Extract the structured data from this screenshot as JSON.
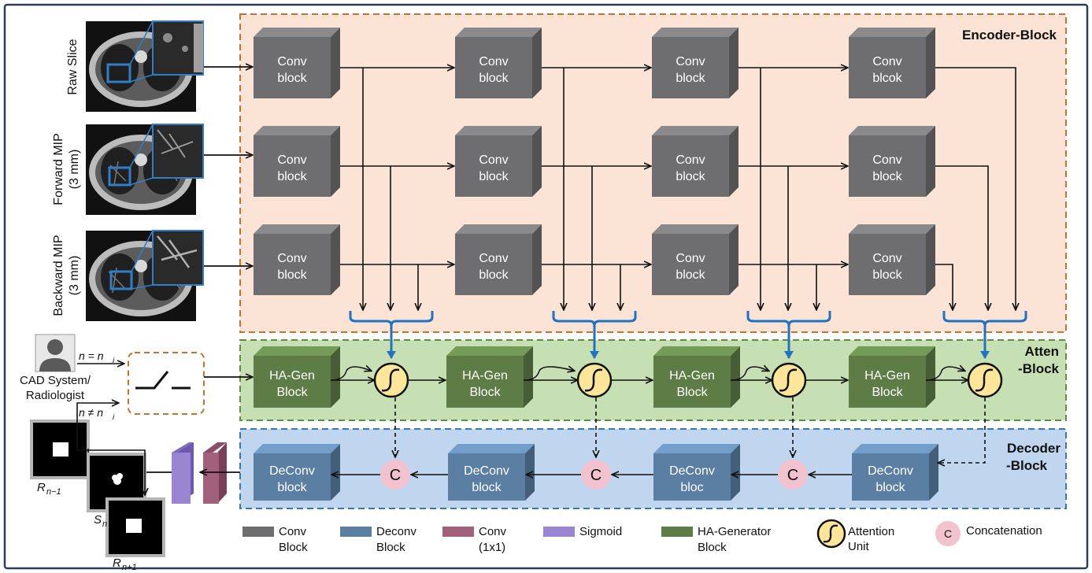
{
  "inputs": [
    {
      "label": "Raw Slice",
      "sublabel": ""
    },
    {
      "label": "Forward MIP",
      "sublabel": "(3 mm)"
    },
    {
      "label": "Backward MIP",
      "sublabel": "(3 mm)"
    }
  ],
  "encoder": {
    "title": "Encoder-Block",
    "rows": [
      [
        [
          "Conv",
          "block"
        ],
        [
          "Conv",
          "block"
        ],
        [
          "Conv",
          "block"
        ],
        [
          "Conv",
          "blcok"
        ]
      ],
      [
        [
          "Conv",
          "block"
        ],
        [
          "Conv",
          "block"
        ],
        [
          "Conv",
          "block"
        ],
        [
          "Conv",
          "block"
        ]
      ],
      [
        [
          "Conv",
          "block"
        ],
        [
          "Conv",
          "block"
        ],
        [
          "Conv",
          "block"
        ],
        [
          "Conv",
          "block"
        ]
      ]
    ]
  },
  "atten": {
    "title_line1": "Atten",
    "title_line2": "-Block",
    "blocks": [
      [
        "HA-Gen",
        "Block"
      ],
      [
        "HA-Gen",
        "Block"
      ],
      [
        "HA-Gen",
        "Block"
      ],
      [
        "HA-Gen",
        "Block"
      ]
    ]
  },
  "decoder": {
    "title_line1": "Decoder",
    "title_line2": "-Block",
    "blocks": [
      [
        "DeConv",
        "block"
      ],
      [
        "DeConv",
        "block"
      ],
      [
        "DeConv",
        "bloc"
      ],
      [
        "DeConv",
        "block"
      ]
    ],
    "concat_symbol": "C"
  },
  "cad": {
    "label_line1": "CAD System/",
    "label_line2": "Radiologist",
    "eq_label": "n = n",
    "eq_sub": "i",
    "neq_label": "n ≠ n",
    "neq_sub": "i"
  },
  "outputs": {
    "r_prev": "R",
    "r_prev_sub": "n−1",
    "s": "S",
    "s_sub": "n",
    "r_next": "R",
    "r_next_sub": "n+1"
  },
  "legend": [
    {
      "line1": "Conv",
      "line2": "Block",
      "color": "#6e6e70"
    },
    {
      "line1": "Deconv",
      "line2": "Block",
      "color": "#5b7ea3"
    },
    {
      "line1": "Conv",
      "line2": "(1x1)",
      "color": "#a2607a"
    },
    {
      "line1": "Sigmoid",
      "line2": "",
      "color": "#9a85d2"
    },
    {
      "line1": "HA-Generator",
      "line2": "Block",
      "color": "#5d7c46"
    },
    {
      "line1": "Attention",
      "line2": "Unit",
      "icon": "attention-unit-icon"
    },
    {
      "line1": "Concatenation",
      "line2": "",
      "symbol": "C",
      "icon": "concatenation-icon"
    }
  ],
  "colors": {
    "encoder_bg": "#fbe3d6",
    "encoder_border": "#c5722c",
    "atten_bg": "#c7e0b3",
    "atten_border": "#5f8f3d",
    "decoder_bg": "#bfd6ee",
    "decoder_border": "#3a76b4",
    "conv_block": "#6e6e70",
    "ha_block": "#5d7c46",
    "deconv_block": "#5b7ea3",
    "attention_fill": "#fde59a",
    "concat_fill": "#f2c2cf",
    "bracket": "#1f73c2",
    "sigmoid": "#9a85d2",
    "conv1x1": "#a2607a"
  }
}
